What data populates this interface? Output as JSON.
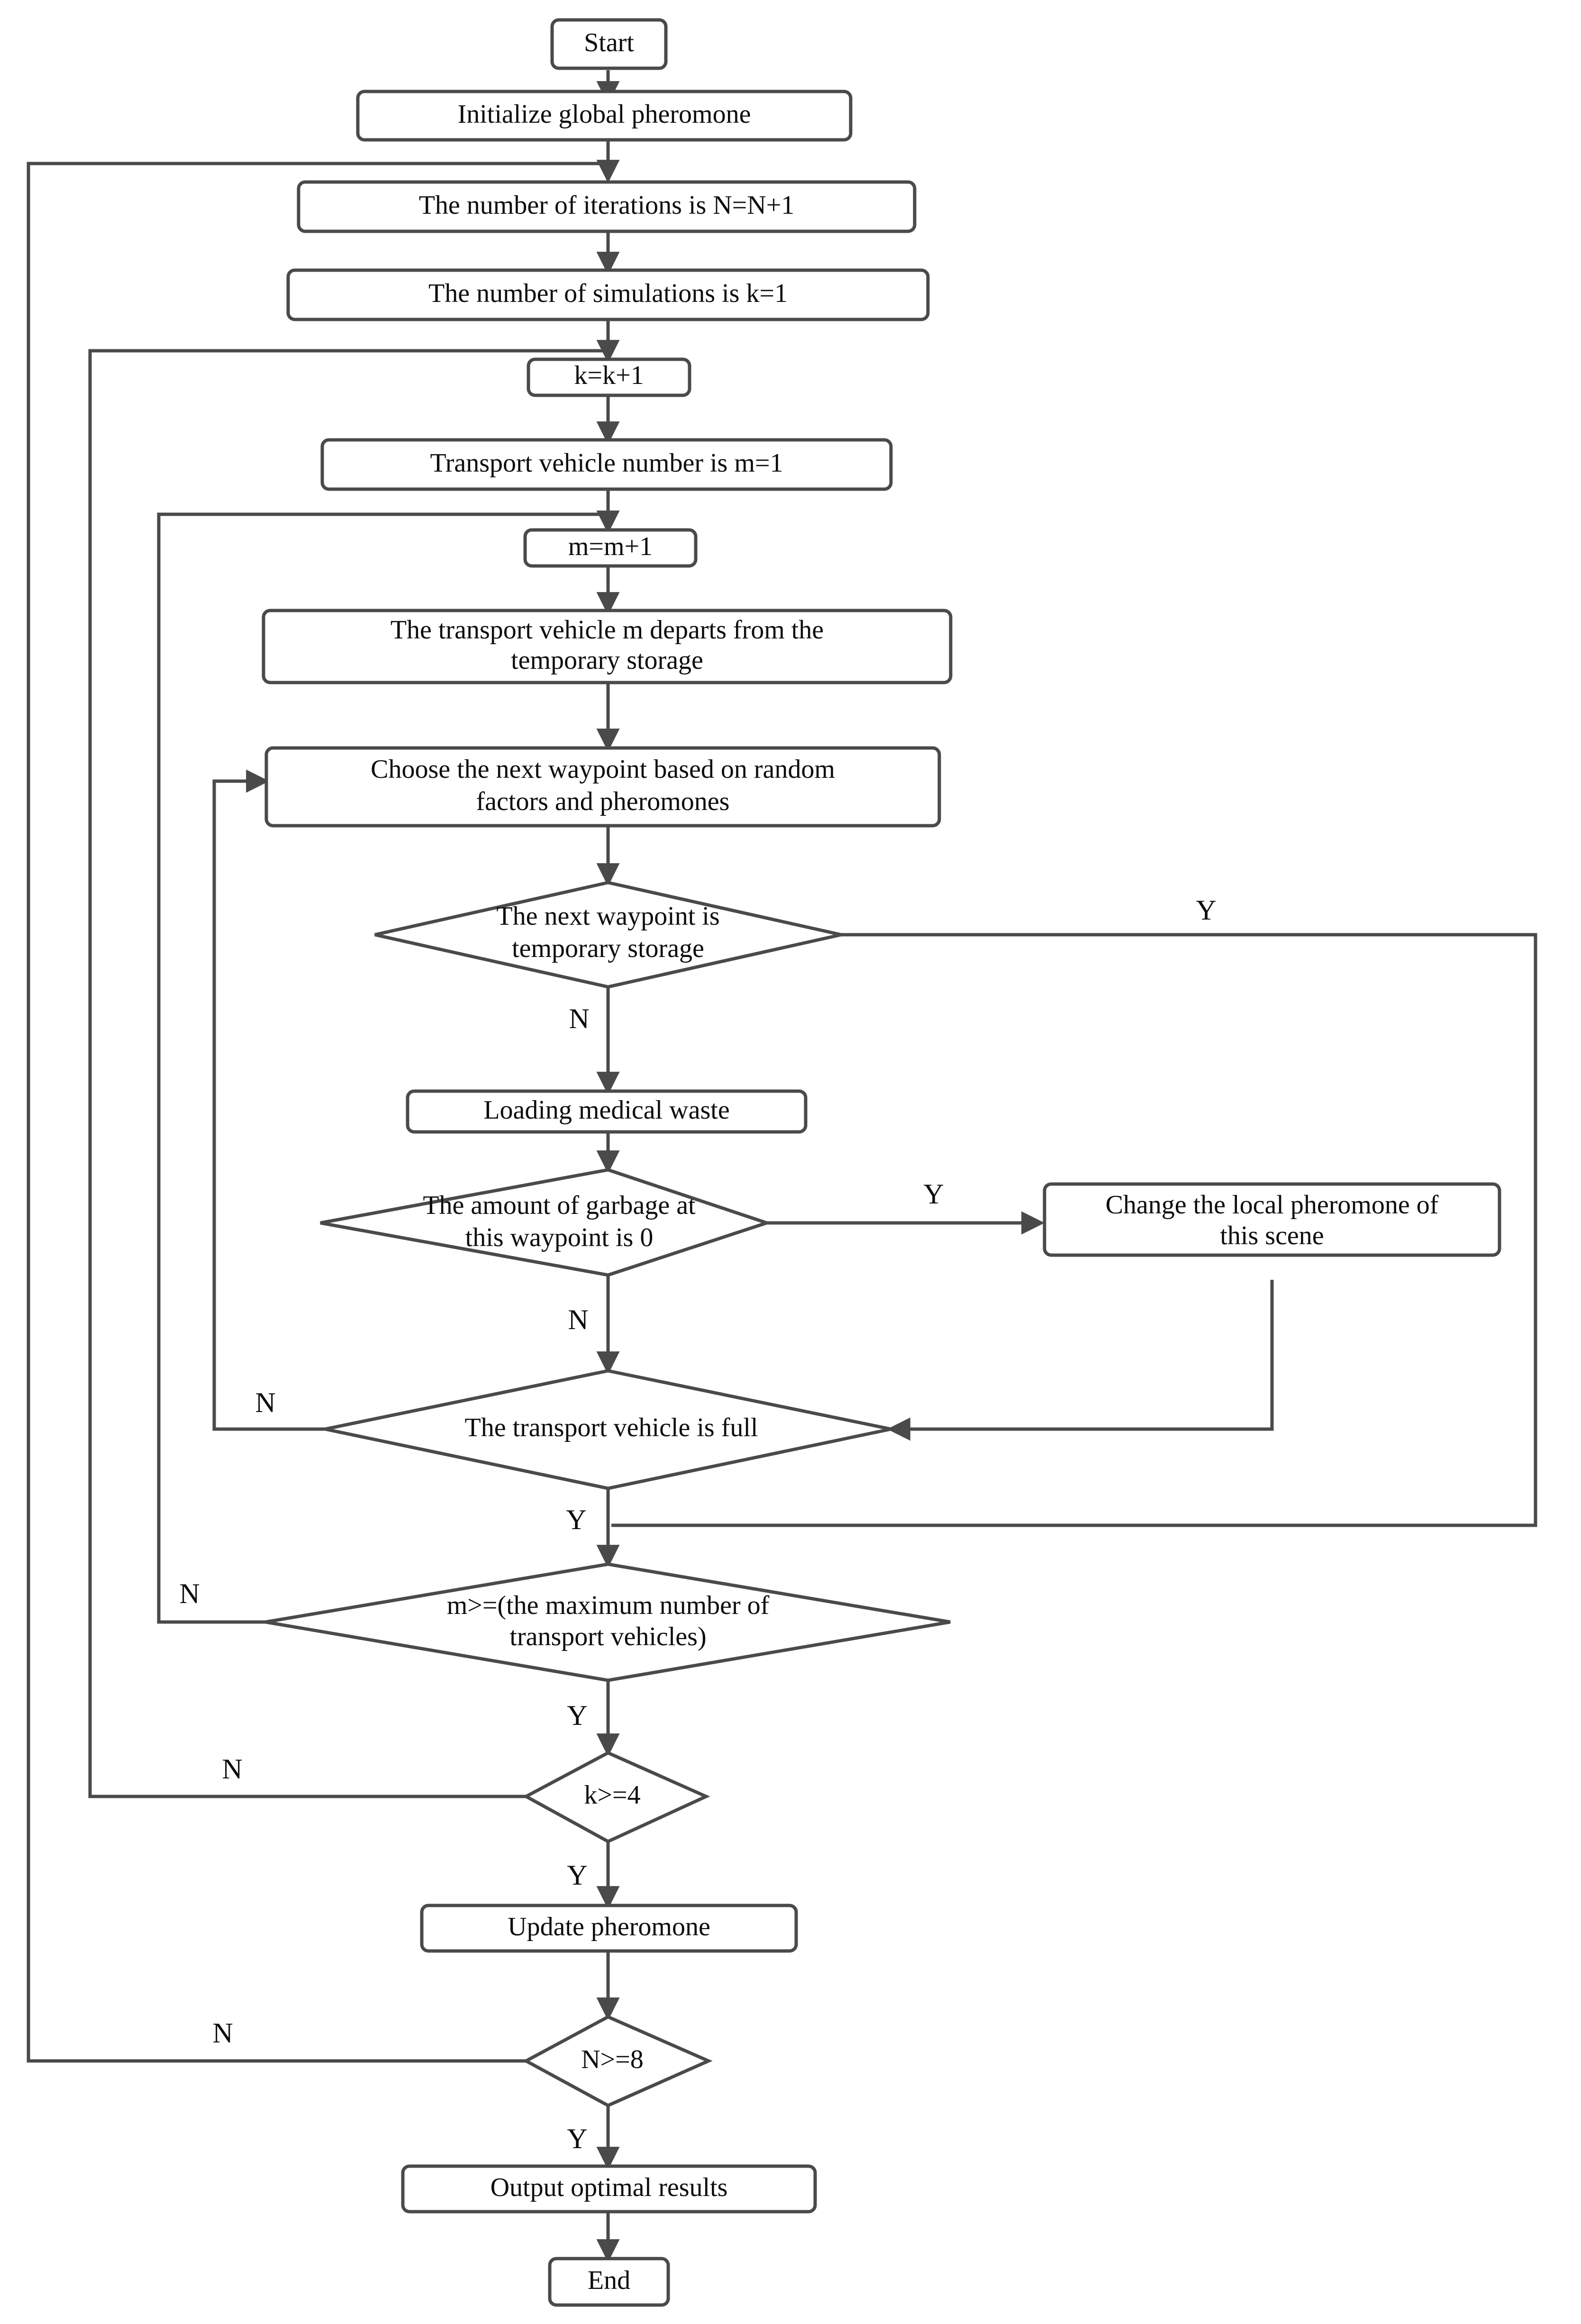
{
  "diagram": {
    "title": "Ant colony algorithm flowchart for medical waste transport routing",
    "type": "flowchart",
    "stroke_color": "#4a4a4a",
    "text_color": "#0d0d0d",
    "background_color": "#ffffff"
  },
  "nodes": {
    "start": {
      "label": "Start",
      "shape": "terminator"
    },
    "init_pheromone": {
      "label": "Initialize global pheromone",
      "shape": "process"
    },
    "iterations": {
      "label": "The number of iterations is N=N+1",
      "shape": "process"
    },
    "simulations": {
      "label": "The number of simulations is k=1",
      "shape": "process"
    },
    "k_increment": {
      "label": "k=k+1",
      "shape": "process"
    },
    "vehicle_number": {
      "label": "Transport vehicle number is m=1",
      "shape": "process"
    },
    "m_increment": {
      "label": "m=m+1",
      "shape": "process"
    },
    "vehicle_departs_line1": {
      "label": "The transport vehicle m departs from the",
      "shape": "process"
    },
    "vehicle_departs_line2": {
      "label": "temporary storage",
      "shape": "process"
    },
    "choose_waypoint_line1": {
      "label": "Choose the next waypoint based on random",
      "shape": "process"
    },
    "choose_waypoint_line2": {
      "label": "factors and pheromones",
      "shape": "process"
    },
    "next_is_storage_line1": {
      "label": "The next waypoint is",
      "shape": "decision"
    },
    "next_is_storage_line2": {
      "label": "temporary storage",
      "shape": "decision"
    },
    "loading_waste": {
      "label": "Loading medical waste",
      "shape": "process"
    },
    "garbage_zero_line1": {
      "label": "The amount of garbage at",
      "shape": "decision"
    },
    "garbage_zero_line2": {
      "label": "this waypoint is 0",
      "shape": "decision"
    },
    "change_local_pheromone_line1": {
      "label": "Change the local pheromone of",
      "shape": "process"
    },
    "change_local_pheromone_line2": {
      "label": "this scene",
      "shape": "process"
    },
    "vehicle_full": {
      "label": "The transport vehicle is full",
      "shape": "decision"
    },
    "m_max_line1": {
      "label": "m>=(the maximum number of",
      "shape": "decision"
    },
    "m_max_line2": {
      "label": "transport vehicles)",
      "shape": "decision"
    },
    "k_ge_4": {
      "label": "k>=4",
      "shape": "decision"
    },
    "update_pheromone": {
      "label": "Update pheromone",
      "shape": "process"
    },
    "n_ge_8": {
      "label": "N>=8",
      "shape": "decision"
    },
    "output_results": {
      "label": "Output optimal results",
      "shape": "process"
    },
    "end": {
      "label": "End",
      "shape": "terminator"
    }
  },
  "branch_labels": {
    "next_is_storage_yes": "Y",
    "next_is_storage_no": "N",
    "garbage_zero_yes": "Y",
    "garbage_zero_no": "N",
    "vehicle_full_no": "N",
    "vehicle_full_yes": "Y",
    "m_max_no": "N",
    "m_max_yes": "Y",
    "k_ge_4_no": "N",
    "k_ge_4_yes": "Y",
    "n_ge_8_no": "N",
    "n_ge_8_yes": "Y"
  }
}
